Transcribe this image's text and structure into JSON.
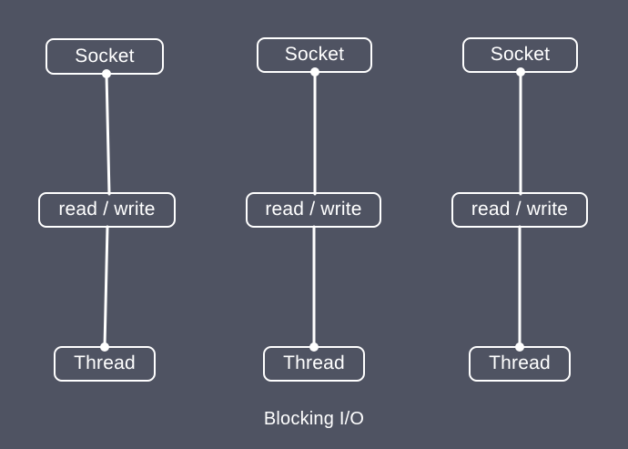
{
  "diagram": {
    "caption": "Blocking I/O",
    "background_color": "#4f5362",
    "stroke_color": "#ffffff",
    "text_color": "#ffffff",
    "columns": [
      {
        "id": "column-1",
        "socket": "Socket",
        "operation": "read / write",
        "thread": "Thread"
      },
      {
        "id": "column-2",
        "socket": "Socket",
        "operation": "read / write",
        "thread": "Thread"
      },
      {
        "id": "column-3",
        "socket": "Socket",
        "operation": "read / write",
        "thread": "Thread"
      }
    ]
  }
}
